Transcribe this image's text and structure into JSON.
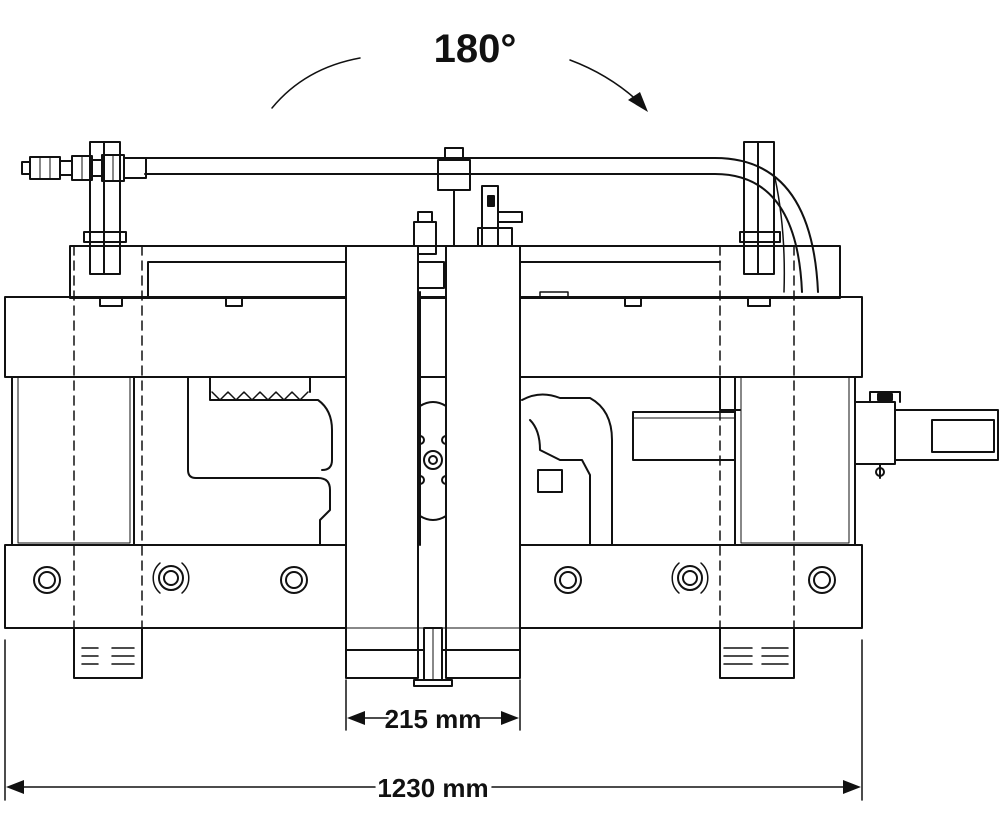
{
  "rotation": {
    "label": "180°"
  },
  "dimensions": {
    "inner": {
      "label": "215 mm"
    },
    "overall": {
      "label": "1230 mm"
    }
  },
  "colors": {
    "line": "#111111",
    "background": "#ffffff"
  }
}
